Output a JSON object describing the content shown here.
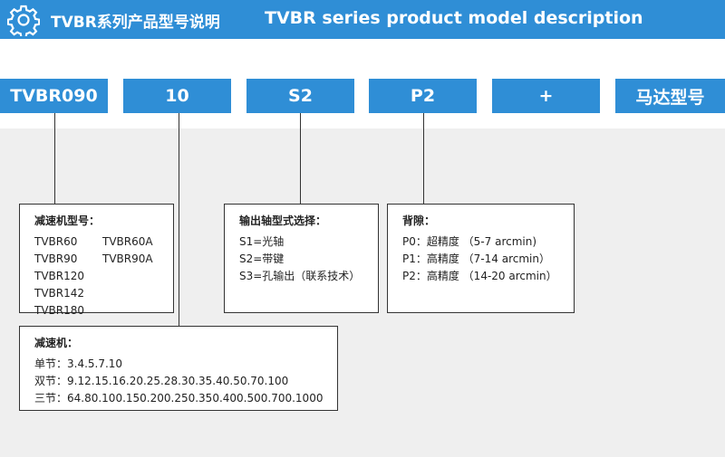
{
  "header": {
    "title_cn": "TVBR系列产品型号说明",
    "title_en": "TVBR series product model description",
    "icon": "gear-icon",
    "color": "#2f8ed6"
  },
  "codes": [
    {
      "label": "TVBR090"
    },
    {
      "label": "10"
    },
    {
      "label": "S2"
    },
    {
      "label": "P2"
    },
    {
      "label": "+"
    },
    {
      "label": "马达型号"
    }
  ],
  "reducer_model": {
    "title": "减速机型号：",
    "col1": [
      "TVBR60",
      "TVBR90",
      "TVBR120",
      "TVBR142",
      "TVBR180"
    ],
    "col2": [
      "TVBR60A",
      "TVBR90A"
    ]
  },
  "shaft": {
    "title": "输出轴型式选择：",
    "items": [
      "S1=光轴",
      "S2=带键",
      "S3=孔输出（联系技术）"
    ]
  },
  "backlash": {
    "title": "背隙：",
    "items": [
      "P0：超精度 （5-7 arcmin)",
      "P1：高精度 （7-14 arcmin）",
      "P2：高精度 （14-20 arcmin）"
    ]
  },
  "ratio": {
    "title": "减速机：",
    "items": [
      "单节：3.4.5.7.10",
      "双节：9.12.15.16.20.25.28.30.35.40.50.70.100",
      "三节：64.80.100.150.200.250.350.400.500.700.1000"
    ]
  }
}
